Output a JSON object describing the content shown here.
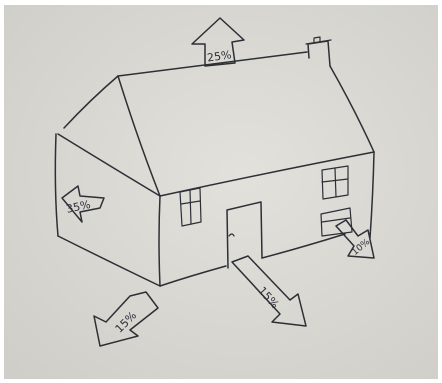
{
  "heat_loss_labels": {
    "roof": "25%",
    "left_wall": "35%",
    "floor_left": "15%",
    "door": "15%",
    "window": "10%"
  }
}
